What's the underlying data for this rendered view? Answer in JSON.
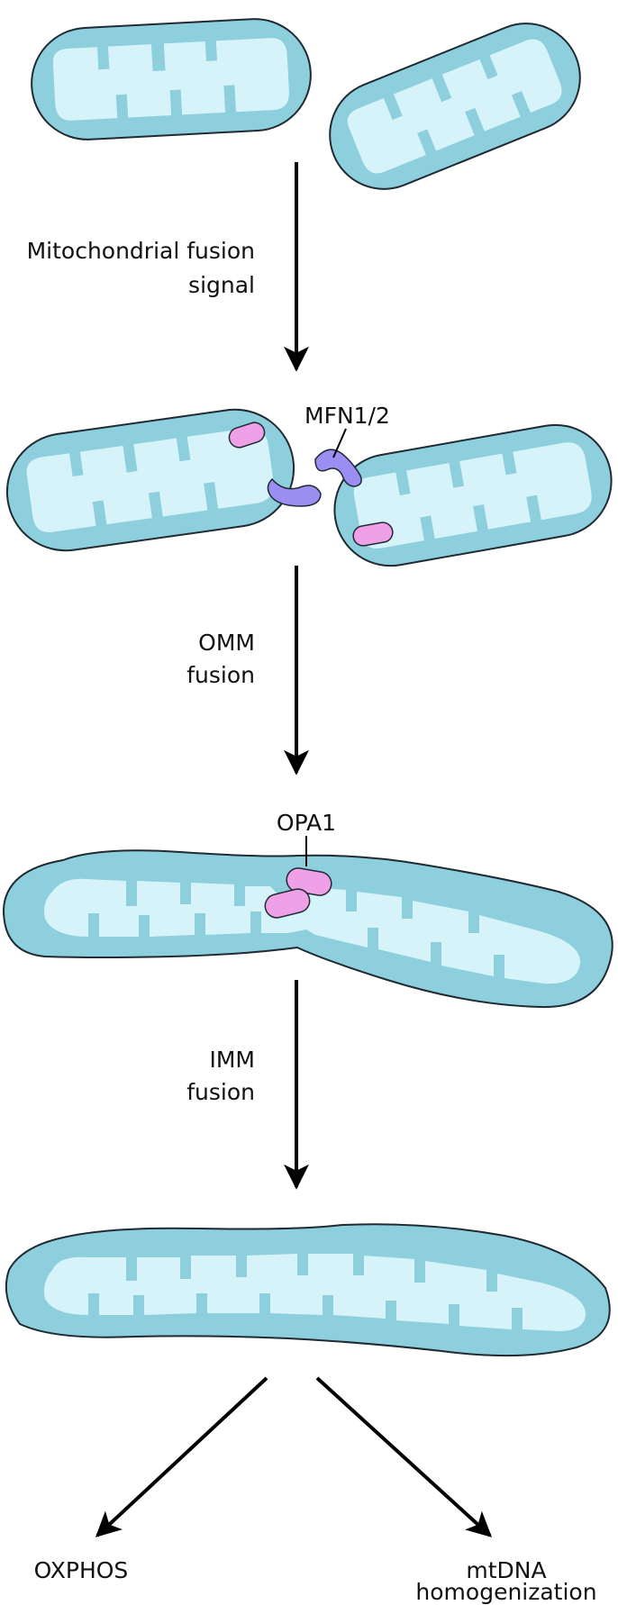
{
  "labels": {
    "fusion_signal_line1": "Mitochondrial fusion",
    "fusion_signal_line2": "signal",
    "mfn": "MFN1/2",
    "omm_line1": "OMM",
    "omm_line2": "fusion",
    "opa1": "OPA1",
    "imm_line1": "IMM",
    "imm_line2": "fusion",
    "oxphos": "OXPHOS",
    "mtdna_line1": "mtDNA",
    "mtdna_line2": "homogenization"
  },
  "colors": {
    "outer_membrane": "#8ecfdd",
    "matrix": "#d6f3fa",
    "outline": "#1f2a33",
    "mfn_protein": "#9a8ef2",
    "opa1_protein": "#f0a0e6",
    "arrow": "#000000"
  }
}
